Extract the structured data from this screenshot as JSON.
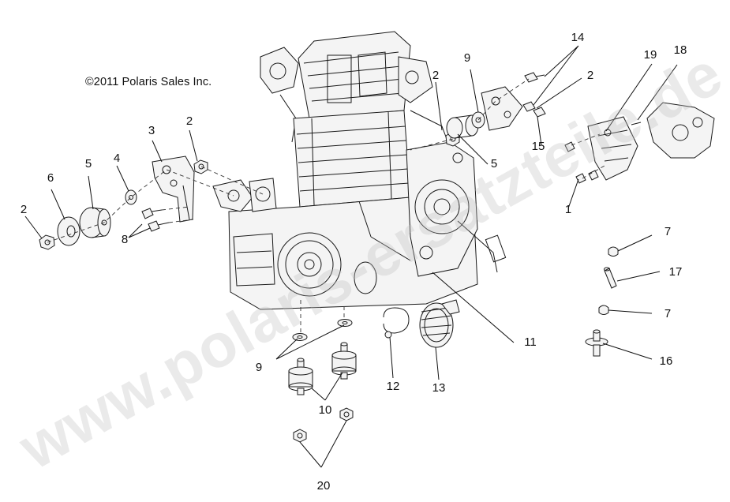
{
  "copyright": "©2011  Polaris Sales Inc.",
  "watermark": "www.polaris-ersatzteile.de",
  "callouts": [
    {
      "id": "c1",
      "text": "1"
    },
    {
      "id": "c2a",
      "text": "2"
    },
    {
      "id": "c2b",
      "text": "2"
    },
    {
      "id": "c2c",
      "text": "2"
    },
    {
      "id": "c2d",
      "text": "2"
    },
    {
      "id": "c3",
      "text": "3"
    },
    {
      "id": "c4",
      "text": "4"
    },
    {
      "id": "c5a",
      "text": "5"
    },
    {
      "id": "c5b",
      "text": "5"
    },
    {
      "id": "c6",
      "text": "6"
    },
    {
      "id": "c7a",
      "text": "7"
    },
    {
      "id": "c7b",
      "text": "7"
    },
    {
      "id": "c8",
      "text": "8"
    },
    {
      "id": "c9a",
      "text": "9"
    },
    {
      "id": "c9b",
      "text": "9"
    },
    {
      "id": "c10",
      "text": "10"
    },
    {
      "id": "c11",
      "text": "11"
    },
    {
      "id": "c12",
      "text": "12"
    },
    {
      "id": "c13",
      "text": "13"
    },
    {
      "id": "c14",
      "text": "14"
    },
    {
      "id": "c15",
      "text": "15"
    },
    {
      "id": "c16",
      "text": "16"
    },
    {
      "id": "c17",
      "text": "17"
    },
    {
      "id": "c18",
      "text": "18"
    },
    {
      "id": "c19",
      "text": "19"
    },
    {
      "id": "c20",
      "text": "20"
    }
  ]
}
